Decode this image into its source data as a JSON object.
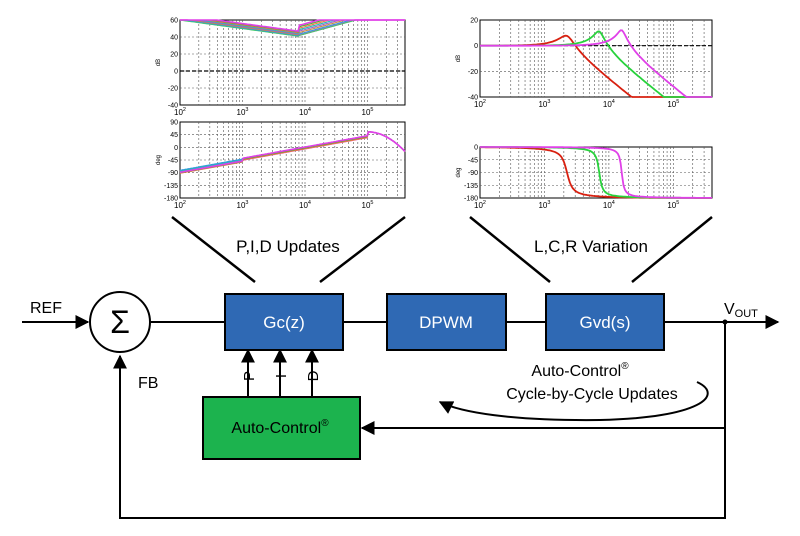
{
  "diagram": {
    "labels": {
      "pid_updates": "P,I,D Updates",
      "lcr_variation": "L,C,R Variation",
      "ref": "REF",
      "fb": "FB",
      "vout_main": "V",
      "vout_sub": "OUT",
      "auto_control_line1": "Auto-Control",
      "auto_control_line2": "Cycle-by-Cycle Updates",
      "registered_mark": "®"
    },
    "summing_junction_symbol": "Σ",
    "blocks": {
      "gc": "Gc(z)",
      "dpwm": "DPWM",
      "gvd": "Gvd(s)",
      "auto_control": "Auto-Control"
    },
    "pid_taps": [
      "P",
      "I",
      "D"
    ],
    "colors": {
      "block_fill": "#2f69b4",
      "block_text": "#ffffff",
      "auto_control_fill": "#1cb34e",
      "wire": "#000000",
      "curve_magenta": "#e040e8",
      "curve_green": "#28d23c",
      "curve_red": "#d82010"
    }
  },
  "plots": {
    "pid_mag": {
      "ylabel": "dB",
      "yticks": [
        "60",
        "40",
        "20",
        "0",
        "-20",
        "-40"
      ]
    },
    "pid_phase": {
      "ylabel": "deg",
      "yticks": [
        "90",
        "45",
        "0",
        "-45",
        "-90",
        "-135",
        "-180"
      ]
    },
    "lcr_mag": {
      "ylabel": "dB",
      "yticks": [
        "20",
        "0",
        "-20",
        "-40"
      ]
    },
    "lcr_phase": {
      "ylabel": "deg",
      "yticks": [
        "0",
        "-45",
        "-90",
        "-135",
        "-180"
      ]
    },
    "x_decades": [
      {
        "base": "10",
        "exp": "2"
      },
      {
        "base": "10",
        "exp": "3"
      },
      {
        "base": "10",
        "exp": "4"
      },
      {
        "base": "10",
        "exp": "5"
      }
    ]
  }
}
